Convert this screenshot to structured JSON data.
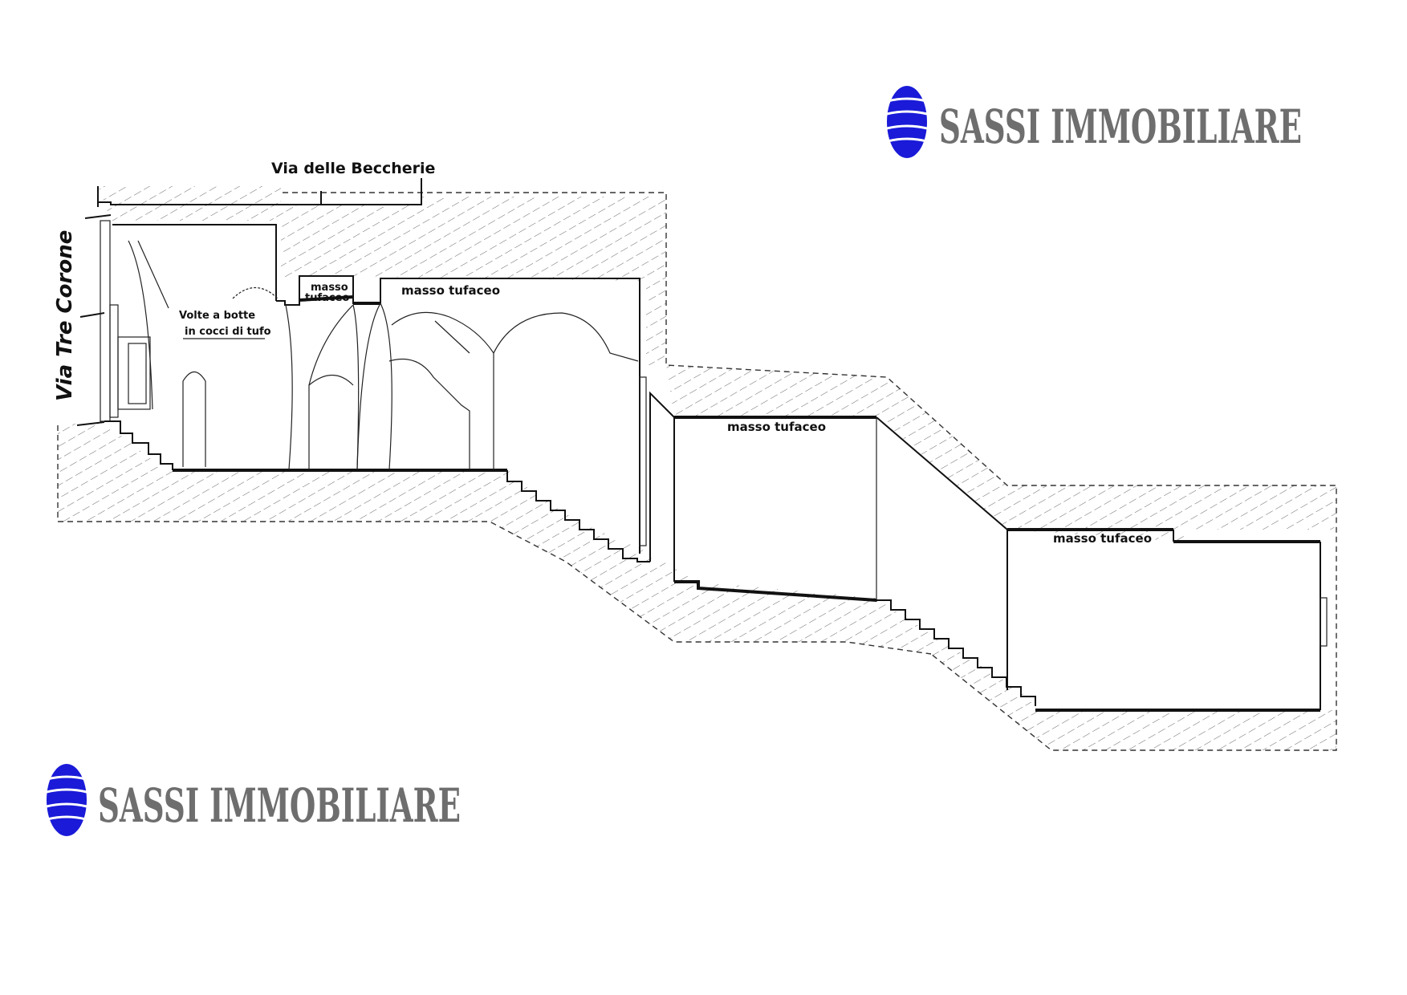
{
  "brand": {
    "name": "SASSI IMMOBILIARE",
    "color": "#6e6e6e",
    "logo_color": "#1a1ad8"
  },
  "streets": {
    "via_beccherie": "Via delle Beccherie",
    "via_tre_corone": "Via Tre Corone"
  },
  "labels": {
    "volte_line1": "Volte a botte",
    "volte_line2": "in cocci di tufo",
    "masso_small_line1": "masso",
    "masso_small_line2": "tufaceo",
    "masso_1": "masso  tufaceo",
    "masso_2": "masso  tufaceo",
    "masso_3": "masso  tufaceo"
  }
}
